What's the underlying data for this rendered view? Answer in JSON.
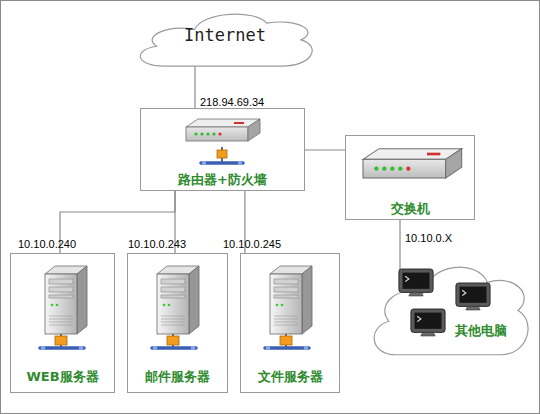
{
  "diagram": {
    "nodes": [
      {
        "text": [
          "Internet"
        ]
      },
      {
        "text": [
          "路由器+防火墙"
        ]
      },
      {
        "text": [
          "交换机"
        ]
      },
      {
        "text": [
          "WEB服务器"
        ]
      },
      {
        "text": [
          "邮件服务器"
        ]
      },
      {
        "text": [
          "文件服务器"
        ]
      },
      {
        "text": [
          "其他电脑"
        ]
      }
    ],
    "edges": [
      {
        "from": 0,
        "to": 1,
        "arrow": "none"
      },
      {
        "from": 1,
        "to": 2,
        "arrow": "none"
      },
      {
        "from": 1,
        "to": 3,
        "arrow": "none"
      },
      {
        "from": 1,
        "to": 4,
        "arrow": "none"
      },
      {
        "from": 1,
        "to": 5,
        "arrow": "none"
      },
      {
        "from": 2,
        "to": 6,
        "arrow": "none"
      }
    ],
    "labels": [
      "218.94.69.34",
      "10.10.0.240",
      "10.10.0.243",
      "10.10.0.245",
      "10.10.0.X"
    ]
  }
}
